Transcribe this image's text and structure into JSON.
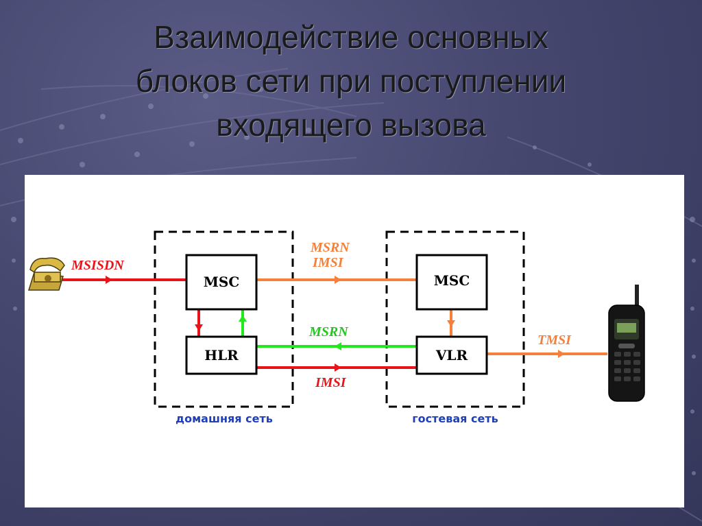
{
  "title_lines": [
    "Взаимодействие основных",
    "блоков сети при поступлении",
    "входящего вызова"
  ],
  "diagram": {
    "home_msc": "MSC",
    "home_hlr": "HLR",
    "guest_msc": "MSC",
    "guest_vlr": "VLR",
    "home_network": "домашняя сеть",
    "guest_network": "гостевая сеть",
    "sig_msisdn": "MSISDN",
    "sig_msrn_top": "MSRN",
    "sig_imsi_top": "IMSI",
    "sig_msrn_mid": "MSRN",
    "sig_imsi_bottom": "IMSI",
    "sig_tmsi": "TMSI"
  },
  "colors": {
    "red": "#e8141a",
    "orange": "#f4803a",
    "green": "#22e81e",
    "network_label": "#1f3fb8"
  }
}
